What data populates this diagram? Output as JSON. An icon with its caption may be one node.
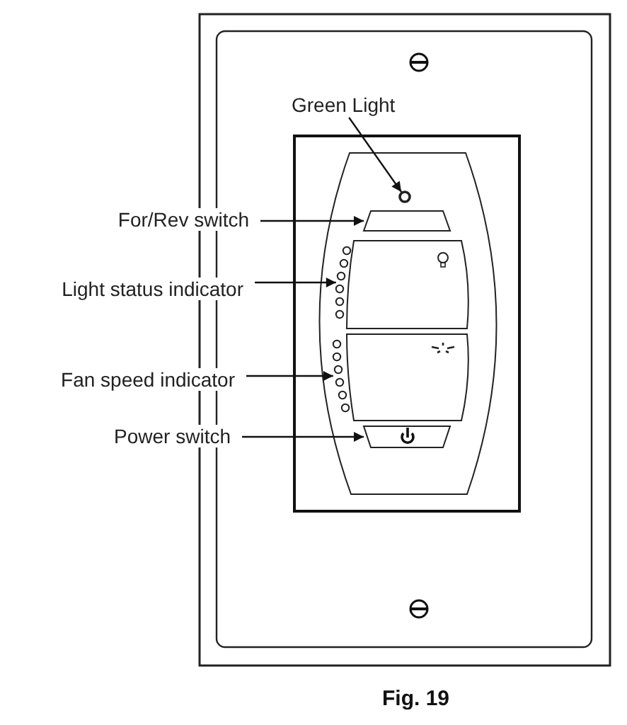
{
  "diagram": {
    "caption": "Fig. 19",
    "nodes": [
      {
        "text": [
          "Green Light"
        ]
      },
      {
        "text": [
          "For/Rev switch"
        ]
      },
      {
        "text": [
          "Light status indicator"
        ]
      },
      {
        "text": [
          "Fan speed indicator"
        ]
      },
      {
        "text": [
          "Power switch"
        ]
      },
      {
        "text": [],
        "shape": "circle"
      },
      {
        "text": [],
        "shape": "box"
      },
      {
        "text": [],
        "shape": "circle"
      },
      {
        "text": [],
        "shape": "circle"
      },
      {
        "text": [],
        "shape": "box"
      }
    ],
    "edges": [
      {
        "from": 0,
        "to": 5,
        "arrow": "to"
      },
      {
        "from": 1,
        "to": 6,
        "arrow": "to"
      },
      {
        "from": 2,
        "to": 7,
        "arrow": "to"
      },
      {
        "from": 3,
        "to": 8,
        "arrow": "to"
      },
      {
        "from": 4,
        "to": 9,
        "arrow": "to"
      }
    ]
  }
}
